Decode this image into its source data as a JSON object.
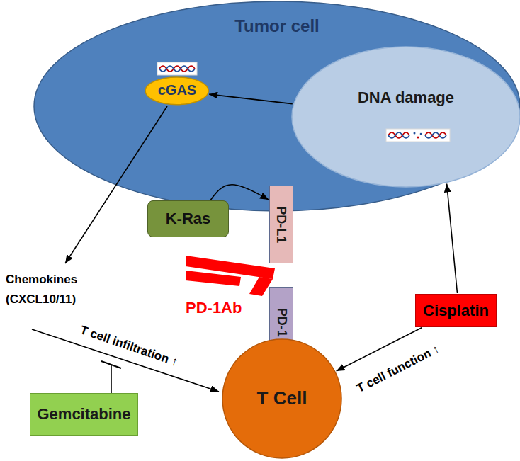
{
  "diagram": {
    "nodes": [
      {
        "text": [
          "Tumor cell"
        ]
      },
      {
        "text": [
          "cGAS"
        ],
        "in": 0
      },
      {
        "text": [
          "DNA damage"
        ],
        "in": 0
      },
      {
        "text": [
          "K-Ras"
        ],
        "in": 0
      },
      {
        "text": [
          "PD-L1"
        ]
      },
      {
        "text": [
          "PD-1"
        ]
      },
      {
        "text": [
          "T Cell"
        ]
      },
      {
        "text": [
          "Cisplatin"
        ]
      },
      {
        "text": [
          "Gemcitabine"
        ]
      }
    ],
    "edges": [
      {
        "from": 2,
        "to": 1,
        "arrow": "to"
      },
      {
        "from": 3,
        "to": 4,
        "arrow": "to"
      },
      {
        "from": 7,
        "to": 2,
        "arrow": "to"
      },
      {
        "from": 7,
        "to": 6,
        "arrow": "to",
        "label": "T cell function ↑"
      }
    ],
    "labels": [
      "Chemokines (CXCL10/11)",
      "PD-1Ab",
      "T cell infiltration ↑"
    ]
  }
}
